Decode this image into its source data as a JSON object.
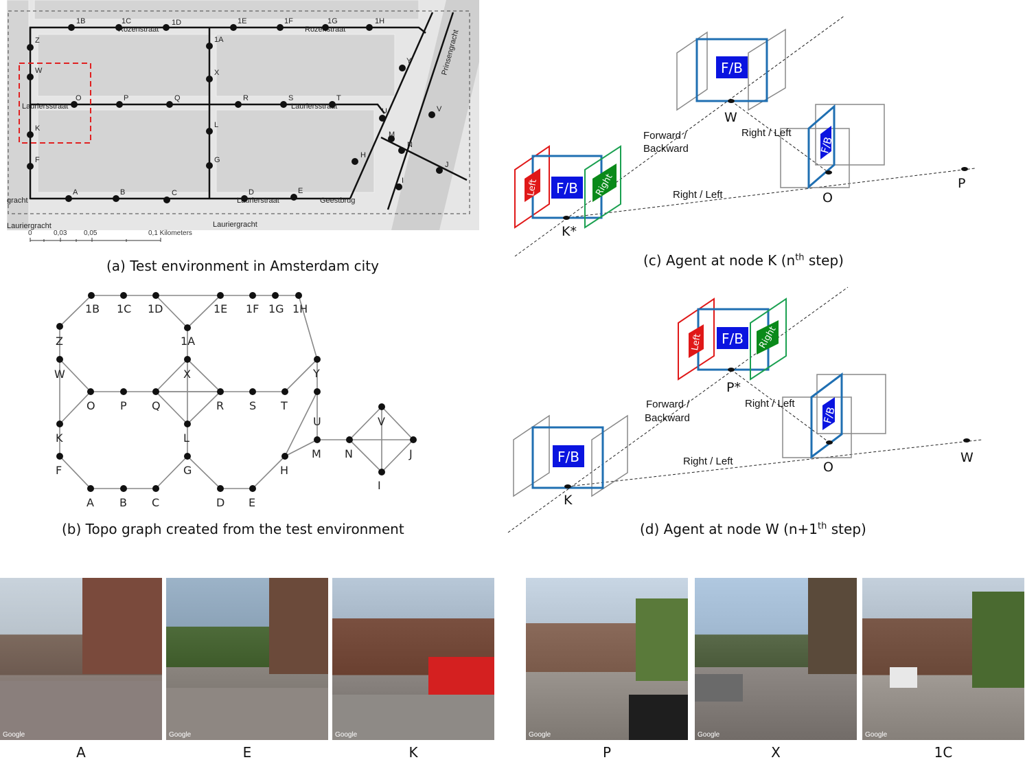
{
  "panel_a": {
    "caption": "(a) Test environment in Amsterdam city",
    "scale_labels": [
      "0",
      "0,03",
      "0,05",
      "0,1 Kilometers"
    ],
    "street_labels": [
      "Lauriersstraat",
      "Lauriersstraat",
      "Laurierstraat",
      "Lauriergracht",
      "Lauriergracht",
      "Prinsengracht",
      "Rozenstraat",
      "Rozenstraat",
      "gracht",
      "Geestbrug"
    ],
    "nodes": [
      "1B",
      "1C",
      "1D",
      "1E",
      "1F",
      "1G",
      "1H",
      "1A",
      "Z",
      "W",
      "X",
      "O",
      "P",
      "Q",
      "R",
      "S",
      "T",
      "Y",
      "U",
      "V",
      "K",
      "L",
      "M",
      "N",
      "H",
      "G",
      "J",
      "F",
      "I",
      "A",
      "B",
      "C",
      "D",
      "E"
    ]
  },
  "panel_b": {
    "caption": "(b) Topo graph created from the test environment",
    "nodes": [
      "1B",
      "1C",
      "1D",
      "1E",
      "1F",
      "1G",
      "1H",
      "Z",
      "1A",
      "Y",
      "W",
      "X",
      "O",
      "P",
      "Q",
      "R",
      "S",
      "T",
      "U",
      "V",
      "K",
      "L",
      "M",
      "N",
      "J",
      "F",
      "G",
      "H",
      "I",
      "A",
      "B",
      "C",
      "D",
      "E"
    ]
  },
  "panel_c": {
    "caption": "(c) Agent at node K (n",
    "caption_sup": "th",
    "caption_end": " step)",
    "labels": {
      "fb": "F/B",
      "left": "Left",
      "right": "Right",
      "fwd": "Forward  /",
      "bwd": "Backward",
      "rl1": "Right / Left",
      "rl2": "Right / Left",
      "fb_small": "F/B"
    },
    "nodes": {
      "w": "W",
      "o": "O",
      "p": "P",
      "k": "K*"
    }
  },
  "panel_d": {
    "caption": "(d) Agent at node W (n+1",
    "caption_sup": "th",
    "caption_end": " step)",
    "labels": {
      "fb": "F/B",
      "left": "Left",
      "right": "Right",
      "fwd": "Forward /",
      "bwd": "Backward",
      "rl1": "Right / Left",
      "rl2": "Right / Left",
      "fb_small": "F/B",
      "fb_k": "F/B"
    },
    "nodes": {
      "p": "P*",
      "o": "O",
      "w": "W",
      "k": "K"
    }
  },
  "photos": [
    {
      "label": "A",
      "watermark": "Google"
    },
    {
      "label": "E",
      "watermark": "Google"
    },
    {
      "label": "K",
      "watermark": "Google"
    },
    {
      "label": "P",
      "watermark": "Google"
    },
    {
      "label": "X",
      "watermark": "Google"
    },
    {
      "label": "1C",
      "watermark": "Google"
    }
  ],
  "colors": {
    "fb_blue": "#0a14e0",
    "left_red": "#e01818",
    "right_green": "#0a8a1a",
    "frame_blue": "#1f6fb2",
    "red_dash": "#e02020"
  }
}
